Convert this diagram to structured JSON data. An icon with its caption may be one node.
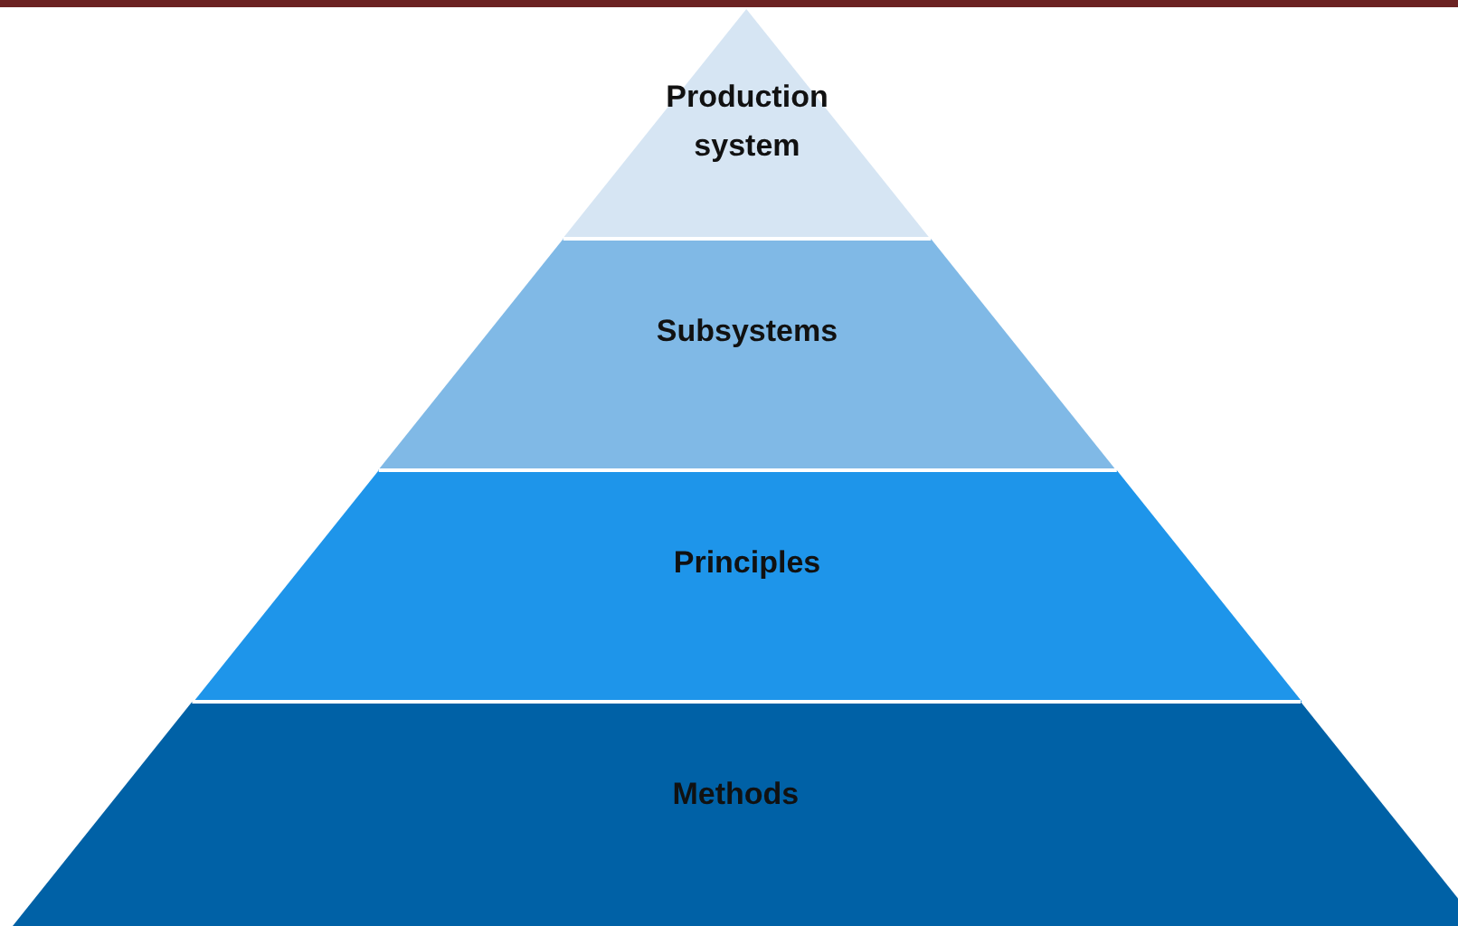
{
  "diagram": {
    "nodes": [
      {
        "text": [
          "Production system"
        ]
      },
      {
        "text": [
          "Subsystems"
        ]
      },
      {
        "text": [
          "Principles"
        ]
      },
      {
        "text": [
          "Methods"
        ]
      }
    ]
  }
}
